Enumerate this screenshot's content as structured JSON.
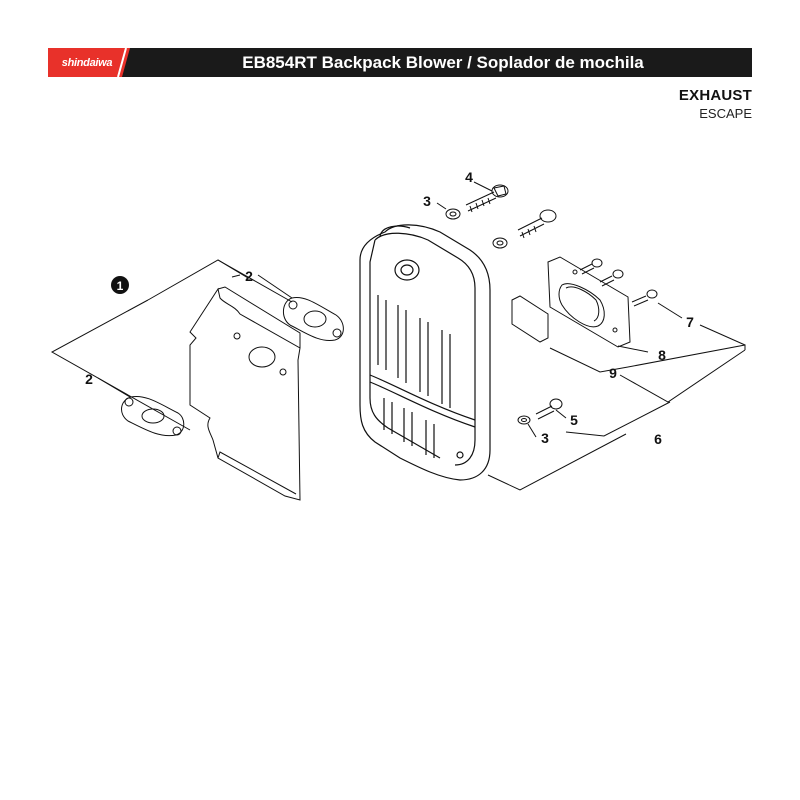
{
  "header": {
    "brand": "shindaiwa",
    "title": "EB854RT Backpack Blower / Soplador de mochila",
    "brand_color": "#e8312a",
    "bar_color": "#1a1a1a"
  },
  "section": {
    "title": "EXHAUST",
    "subtitle": "ESCAPE"
  },
  "callouts": {
    "c1": "1",
    "c2a": "2",
    "c2b": "2",
    "c3a": "3",
    "c3b": "3",
    "c4": "4",
    "c5": "5",
    "c6": "6",
    "c7": "7",
    "c8": "8",
    "c9": "9"
  }
}
